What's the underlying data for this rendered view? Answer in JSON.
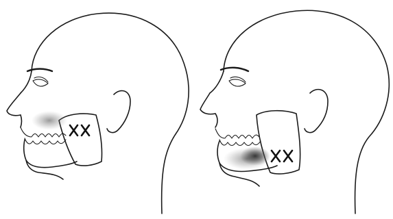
{
  "figures": [
    {
      "trigger_marks": [
        "x",
        "x"
      ],
      "ink": "#1a1a1a",
      "shading": "#555555"
    },
    {
      "trigger_marks": [
        "x",
        "x"
      ],
      "ink": "#1a1a1a",
      "shading": "#555555"
    }
  ]
}
